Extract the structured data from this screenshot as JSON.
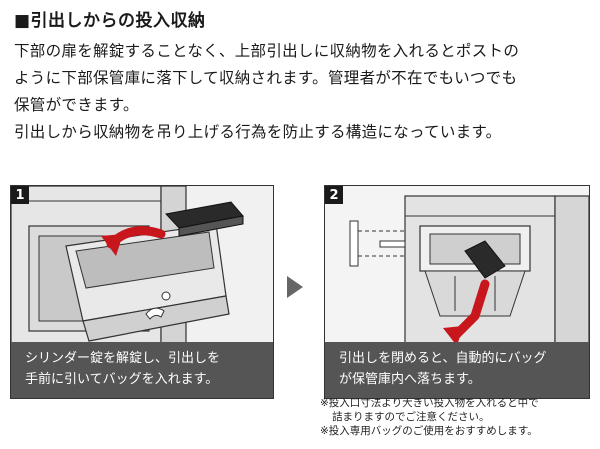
{
  "title": "■引出しからの投入収納",
  "body": [
    "下部の扉を解錠することなく、上部引出しに収納物を入れるとポストの",
    "ように下部保管庫に落下して収納されます。管理者が不在でもいつでも",
    "保管ができます。",
    "引出しから収納物を吊り上げる行為を防止する構造になっています。"
  ],
  "steps": [
    {
      "number": "1",
      "caption": [
        "シリンダー錠を解錠し、引出しを",
        "手前に引いてバッグを入れます。"
      ]
    },
    {
      "number": "2",
      "caption": [
        "引出しを閉めると、自動的にバッグ",
        "が保管庫内へ落ちます。"
      ]
    }
  ],
  "notes": [
    "※投入口寸法より大きい投入物を入れると中で",
    "詰まりますのでご注意ください。",
    "※投入専用バッグのご使用をおすすめします。"
  ],
  "colors": {
    "caption_bg": "#555555",
    "arrow_red": "#c8161d",
    "badge_bg": "#1a1a1a",
    "panel_bg": "#efefef"
  }
}
